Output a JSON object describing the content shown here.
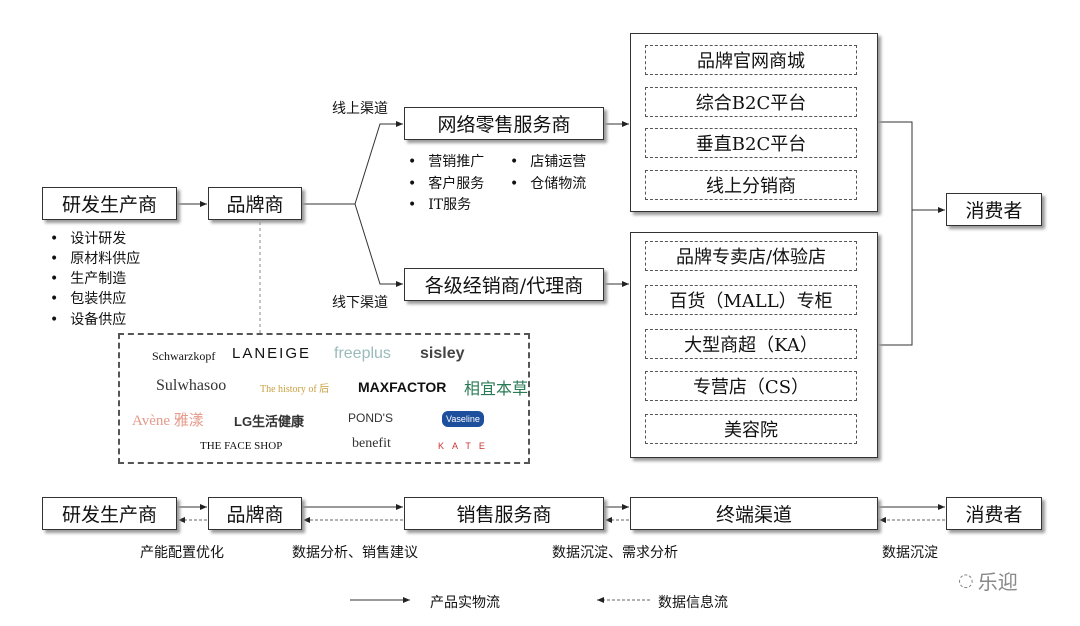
{
  "top": {
    "producer": "研发生产商",
    "brand": "品牌商",
    "online_label": "线上渠道",
    "offline_label": "线下渠道",
    "online_provider": "网络零售服务商",
    "offline_provider": "各级经销商/代理商",
    "consumer": "消费者",
    "producer_bullets": [
      "设计研发",
      "原材料供应",
      "生产制造",
      "包装供应",
      "设备供应"
    ],
    "online_bullets": [
      "营销推广",
      "店铺运营",
      "客户服务",
      "仓储物流",
      "IT服务"
    ],
    "online_channels": [
      "品牌官网商城",
      "综合B2C平台",
      "垂直B2C平台",
      "线上分销商"
    ],
    "offline_channels": [
      "品牌专卖店/体验店",
      "百货（MALL）专柜",
      "大型商超（KA）",
      "专营店（CS）",
      "美容院"
    ]
  },
  "logos": [
    "Schwarzkopf",
    "LANEIGE",
    "freeplus",
    "sisley",
    "Sulwhasoo",
    "The history of 后",
    "MAXFACTOR",
    "相宜本草",
    "Avène 雅漾",
    "LG生活健康",
    "POND'S",
    "Vaseline",
    "THE FACE SHOP",
    "benefit",
    "KATE"
  ],
  "bottom": {
    "nodes": [
      "研发生产商",
      "品牌商",
      "销售服务商",
      "终端渠道",
      "消费者"
    ],
    "feedback": [
      "产能配置优化",
      "数据分析、销售建议",
      "数据沉淀、需求分析",
      "数据沉淀"
    ]
  },
  "legend": {
    "physical": "产品实物流",
    "data": "数据信息流"
  },
  "watermark": "乐迎"
}
